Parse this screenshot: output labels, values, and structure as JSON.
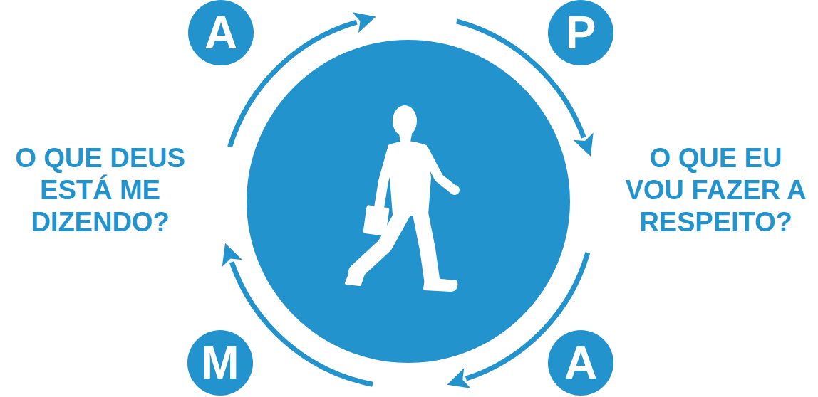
{
  "diagram": {
    "nodes": [
      {
        "text": [
          "A"
        ]
      },
      {
        "text": [
          "P"
        ]
      },
      {
        "text": [
          "M"
        ]
      },
      {
        "text": [
          "A"
        ]
      }
    ],
    "labels": [
      "O QUE DEUS ESTÁ ME DIZENDO?",
      "O QUE EU VOU FAZER A RESPEITO?"
    ]
  }
}
